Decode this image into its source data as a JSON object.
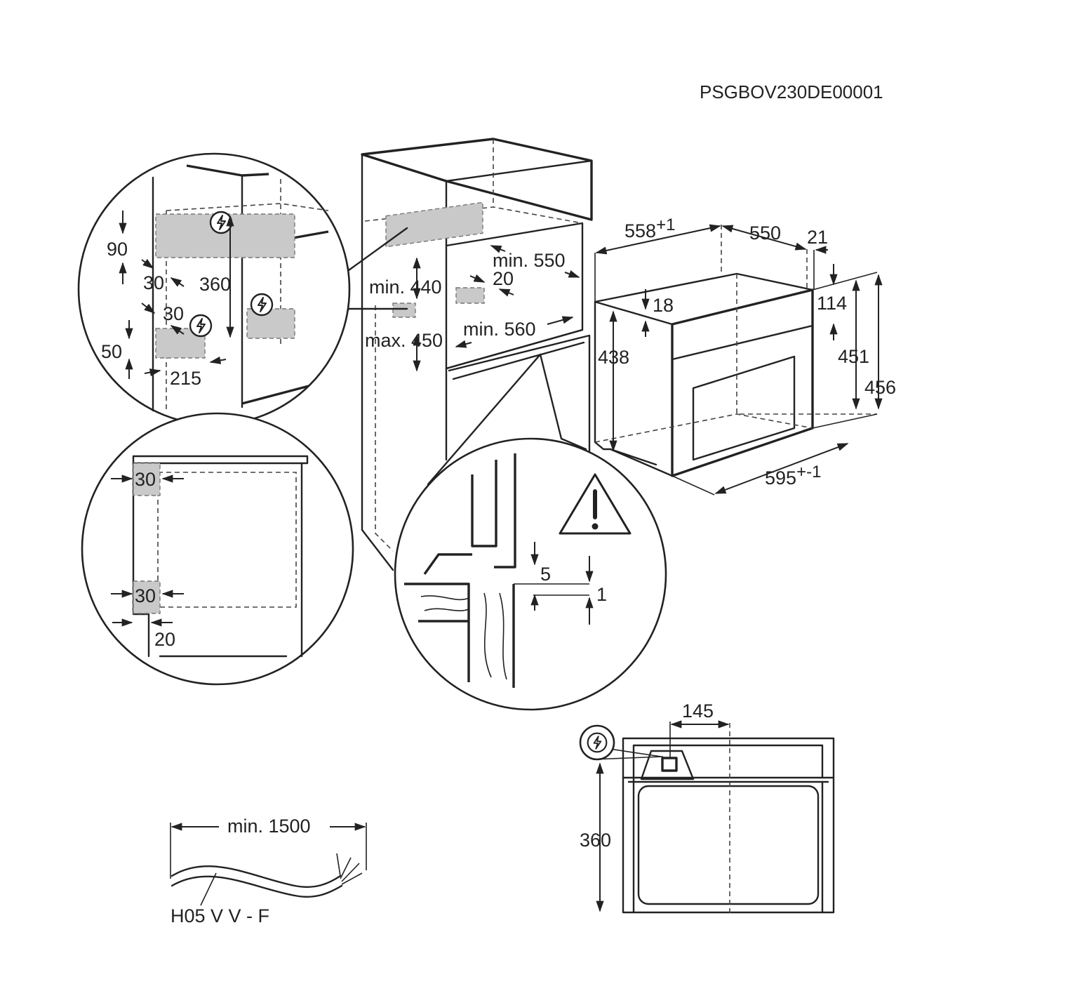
{
  "document_code": "PSGBOV230DE00001",
  "cabinet": {
    "min_550": "min. 550",
    "min_440": "min. 440",
    "max_450": "max. 450",
    "min_560": "min. 560",
    "gap_20": "20"
  },
  "oven": {
    "width_558": "558",
    "width_558_tol": "+1",
    "depth_550": "550",
    "front_21": "21",
    "top_18": "18",
    "height_438": "438",
    "front_114": "114",
    "height_451": "451",
    "height_456": "456",
    "width_595": "595",
    "width_595_tol": "+-1"
  },
  "detail_top": {
    "d90": "90",
    "d30_a": "30",
    "d360": "360",
    "d30_b": "30",
    "d50": "50",
    "d215": "215"
  },
  "detail_side": {
    "d30_top": "30",
    "d30_bottom": "30",
    "d20": "20"
  },
  "detail_edge": {
    "d5": "5",
    "d1": "1"
  },
  "cable": {
    "length": "min. 1500",
    "type": "H05 V V - F"
  },
  "front_view": {
    "d145": "145",
    "d360": "360"
  },
  "icons": [
    "electrical-connection-icon",
    "warning-triangle-icon"
  ]
}
